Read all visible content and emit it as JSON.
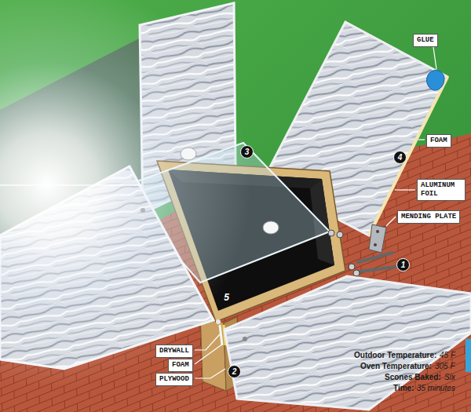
{
  "diagram": {
    "labels": [
      "GLUE",
      "FOAM",
      "ALUMINUM FOIL",
      "MENDING PLATE",
      "3",
      "4",
      "1",
      "5",
      "DRYWALL",
      "FOAM",
      "2",
      "PLYWOOD",
      "Outdoor Temperature:",
      "45 F",
      "Oven Temperature:",
      "305 F",
      "Scones Baked:",
      "Six",
      "Time:",
      "35 minutes"
    ]
  }
}
